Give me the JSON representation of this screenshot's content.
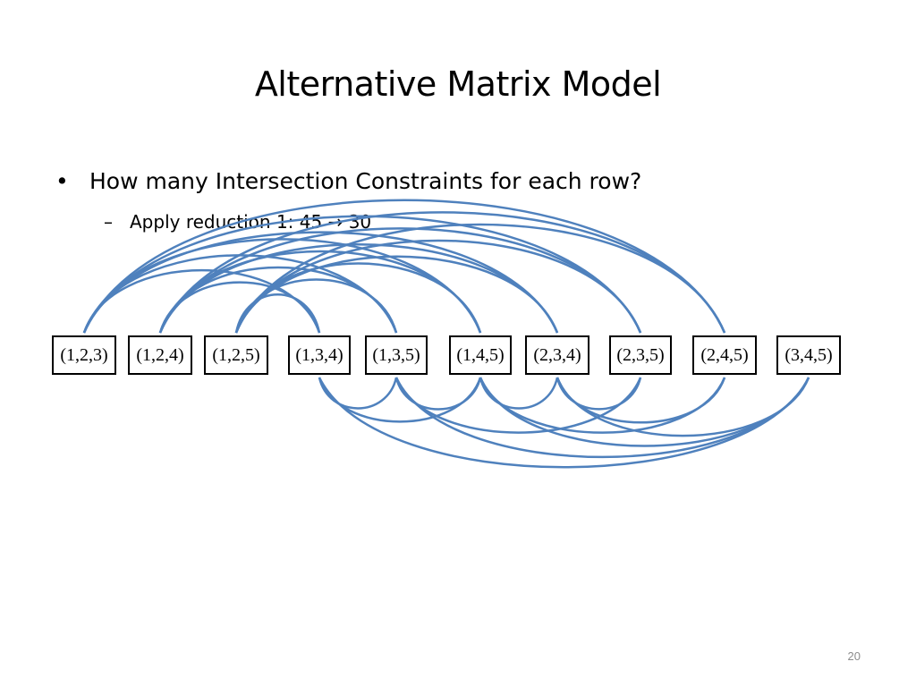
{
  "slide": {
    "title": "Alternative Matrix Model",
    "bullet": "How many Intersection Constraints for each row?",
    "sub_prefix": "Apply reduction 1: 45",
    "sub_arrow": "→",
    "sub_suffix": "30",
    "page_number": "20"
  },
  "colors": {
    "edge": "#4f81bd",
    "node_border": "#000000"
  },
  "diagram": {
    "nodes": [
      "(1,2,3)",
      "(1,2,4)",
      "(1,2,5)",
      "(1,3,4)",
      "(1,3,5)",
      "(1,4,5)",
      "(2,3,4)",
      "(2,3,5)",
      "(2,4,5)",
      "(3,4,5)"
    ],
    "top_edges": [
      [
        0,
        3
      ],
      [
        0,
        4
      ],
      [
        0,
        5
      ],
      [
        0,
        6
      ],
      [
        0,
        7
      ],
      [
        0,
        8
      ],
      [
        1,
        3
      ],
      [
        1,
        4
      ],
      [
        1,
        5
      ],
      [
        1,
        6
      ],
      [
        1,
        7
      ],
      [
        1,
        8
      ],
      [
        2,
        3
      ],
      [
        2,
        4
      ],
      [
        2,
        5
      ],
      [
        2,
        6
      ],
      [
        2,
        7
      ],
      [
        2,
        8
      ]
    ],
    "bottom_edges": [
      [
        3,
        4
      ],
      [
        3,
        5
      ],
      [
        3,
        9
      ],
      [
        4,
        5
      ],
      [
        4,
        7
      ],
      [
        4,
        9
      ],
      [
        5,
        6
      ],
      [
        5,
        8
      ],
      [
        5,
        9
      ],
      [
        6,
        7
      ],
      [
        6,
        8
      ],
      [
        6,
        9
      ]
    ]
  }
}
